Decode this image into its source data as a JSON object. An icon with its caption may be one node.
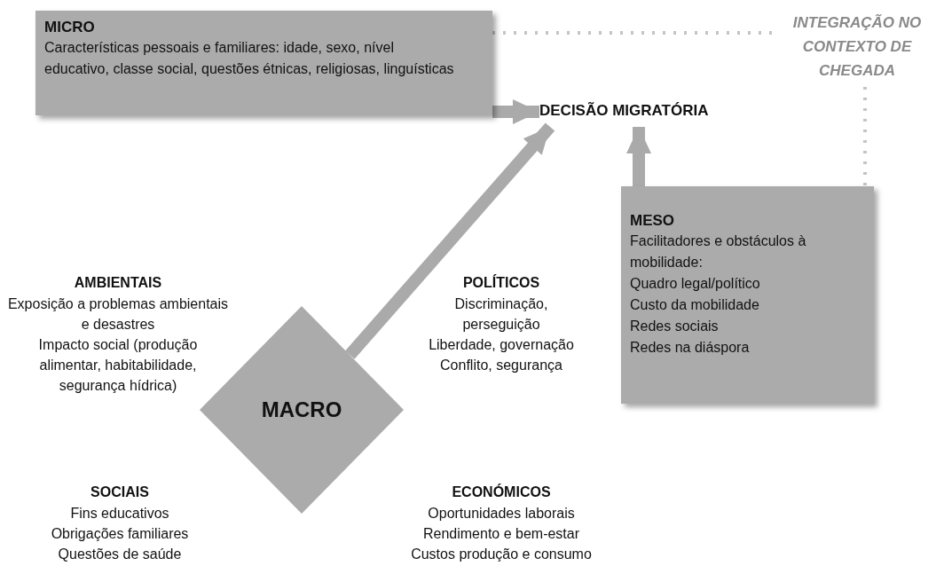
{
  "diagram": {
    "nodes": [
      {
        "text": [
          "MICRO",
          "Características pessoais e familiares: idade, sexo, nível educativo, classe social, questões étnicas, religiosas, linguísticas"
        ]
      },
      {
        "text": [
          "DECISÃO MIGRATÓRIA"
        ]
      },
      {
        "text": [
          "INTEGRAÇÃO NO CONTEXTO DE CHEGADA"
        ]
      },
      {
        "text": [
          "MESO",
          "Facilitadores e obstáculos à mobilidade:",
          "Quadro legal/político",
          "Custo da mobilidade",
          "Redes sociais",
          "Redes na diáspora"
        ]
      },
      {
        "text": [
          "MACRO"
        ]
      }
    ],
    "edges": [
      {
        "from": 0,
        "to": 1,
        "arrow": "to"
      },
      {
        "from": 3,
        "to": 1,
        "arrow": "to"
      },
      {
        "from": 4,
        "to": 1,
        "arrow": "to"
      },
      {
        "from": 0,
        "to": 2,
        "arrow": "none",
        "style": "dashed"
      },
      {
        "from": 2,
        "to": 3,
        "arrow": "none",
        "style": "dashed"
      }
    ],
    "labels": [
      "AMBIENTAIS",
      "Exposição a problemas ambientais e desastres",
      "Impacto social (produção alimentar, habitabilidade, segurança hídrica)",
      "POLÍTICOS",
      "Discriminação, perseguição",
      "Liberdade, governação",
      "Conflito, segurança",
      "SOCIAIS",
      "Fins educativos",
      "Obrigações familiares",
      "Questões de saúde",
      "ECONÓMICOS",
      "Oportunidades laborais",
      "Rendimento e bem-estar",
      "Custos produção e consumo"
    ]
  }
}
